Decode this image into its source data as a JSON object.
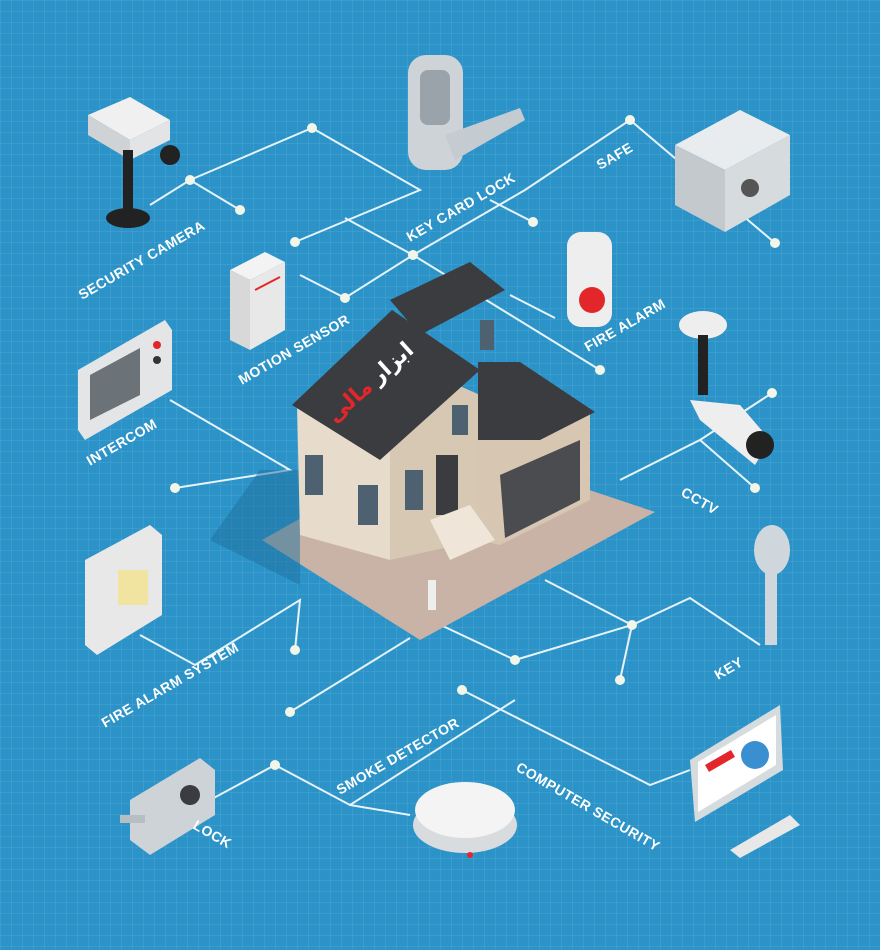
{
  "title": "Home security isometric flowchart",
  "labels": {
    "security_camera": "SECURITY CAMERA",
    "key_card_lock": "KEY CARD LOCK",
    "safe": "SAFE",
    "motion_sensor": "MOTION SENSOR",
    "fire_alarm": "FIRE ALARM",
    "intercom": "INTERCOM",
    "cctv": "CCTV",
    "fire_alarm_system": "FIRE ALARM SYSTEM",
    "key": "KEY",
    "smoke_detector": "SMOKE DETECTOR",
    "computer_security": "COMPUTER SECURITY",
    "lock": "LOCK"
  },
  "watermark": {
    "part1": "ابزار",
    "part2": "مالی"
  },
  "colors": {
    "background": "#2b93c8",
    "lines": "#e6f3fa",
    "roof": "#3a3c3f",
    "wall": "#e8dccb",
    "accent_red": "#e3262a"
  }
}
